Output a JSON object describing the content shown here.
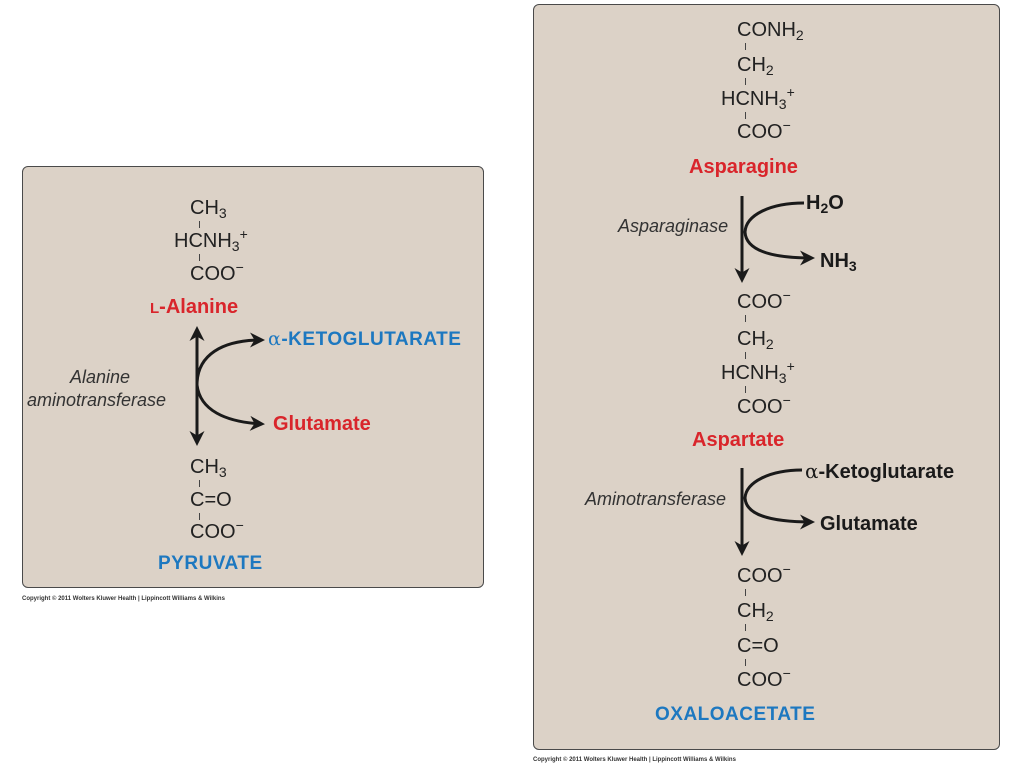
{
  "left_panel": {
    "substrate": {
      "line1": "CH",
      "line1_sub": "3",
      "line2": "HCNH",
      "line2_sub": "3",
      "line2_sup": "+",
      "line3": "COO",
      "line3_sup": "−",
      "name_prefix": "L",
      "name": "-Alanine"
    },
    "enzyme": {
      "line1": "Alanine",
      "line2": "aminotransferase"
    },
    "cosubstrate": {
      "alpha": "α",
      "name": "-KETOGLUTARATE"
    },
    "coproduct": "Glutamate",
    "product": {
      "line1": "CH",
      "line1_sub": "3",
      "line2": "C=O",
      "line3": "COO",
      "line3_sup": "−",
      "name": "PYRUVATE"
    },
    "copyright": "Copyright © 2011 Wolters Kluwer Health | Lippincott Williams & Wilkins"
  },
  "right_panel": {
    "asparagine": {
      "line1": "CONH",
      "line1_sub": "2",
      "line2": "CH",
      "line2_sub": "2",
      "line3": "HCNH",
      "line3_sub": "3",
      "line3_sup": "+",
      "line4": "COO",
      "line4_sup": "−",
      "name": "Asparagine"
    },
    "step1": {
      "enzyme": "Asparaginase",
      "input": "H",
      "input_sub": "2",
      "input_tail": "O",
      "output": "NH",
      "output_sub": "3"
    },
    "aspartate": {
      "line1": "COO",
      "line1_sup": "−",
      "line2": "CH",
      "line2_sub": "2",
      "line3": "HCNH",
      "line3_sub": "3",
      "line3_sup": "+",
      "line4": "COO",
      "line4_sup": "−",
      "name": "Aspartate"
    },
    "step2": {
      "enzyme": "Aminotransferase",
      "input_alpha": "α",
      "input": "-Ketoglutarate",
      "output": "Glutamate"
    },
    "oxaloacetate": {
      "line1": "COO",
      "line1_sup": "−",
      "line2": "CH",
      "line2_sub": "2",
      "line3": "C=O",
      "line4": "COO",
      "line4_sup": "−",
      "name": "OXALOACETATE"
    },
    "copyright": "Copyright © 2011 Wolters Kluwer Health | Lippincott Williams & Wilkins"
  },
  "colors": {
    "panel_bg": "#dcd2c7",
    "substrate_red": "#d9252b",
    "product_blue": "#1d78c0",
    "arrow": "#1a1a1a"
  }
}
